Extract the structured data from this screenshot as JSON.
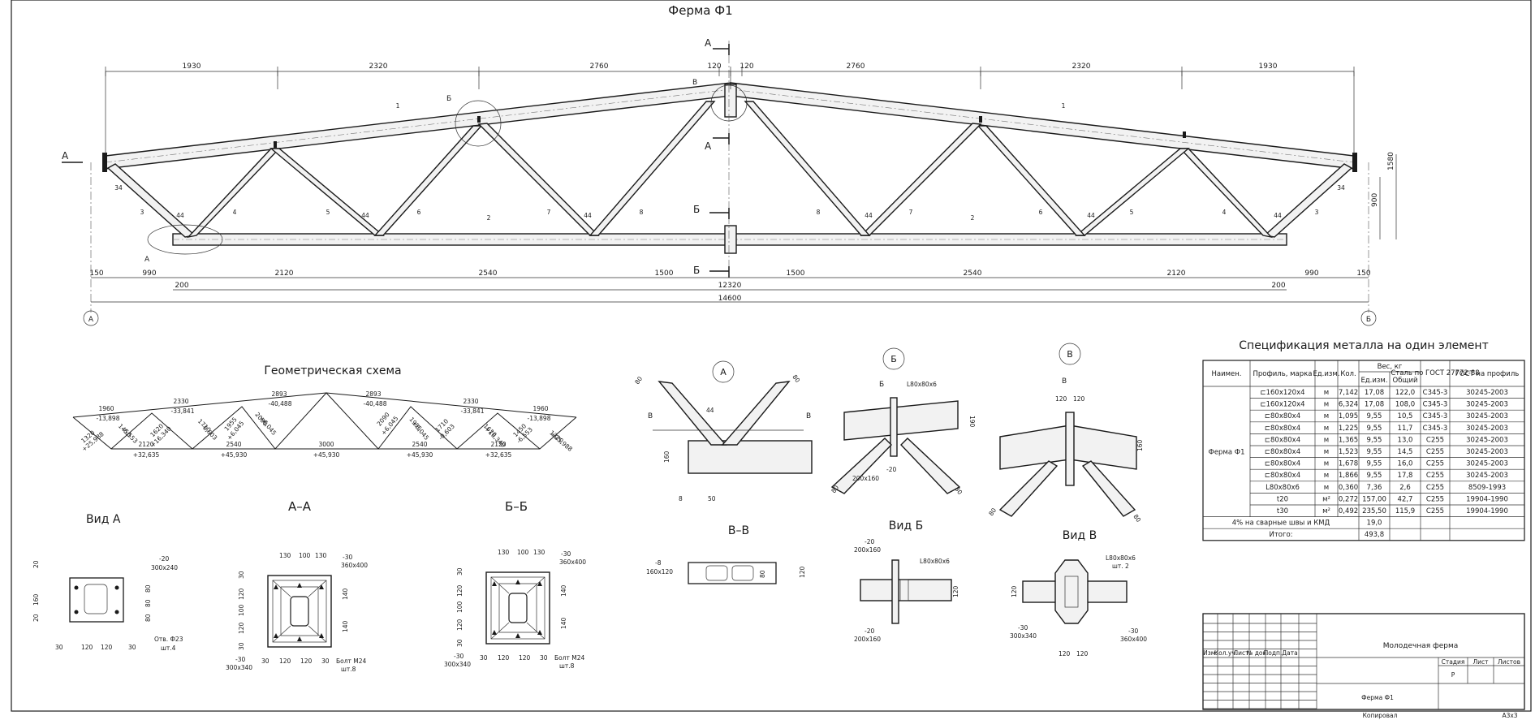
{
  "main": {
    "title": "Ферма Ф1",
    "top_dims": [
      "1930",
      "2320",
      "2760",
      "120",
      "120",
      "2760",
      "2320",
      "1930"
    ],
    "bottom_dims": [
      "990",
      "200",
      "2120",
      "2540",
      "1500",
      "1500",
      "2540",
      "2120",
      "200",
      "990",
      "150",
      "150"
    ],
    "total_span_inner": "12320",
    "total_span": "14600",
    "heights": [
      "1580",
      "900"
    ],
    "node_dims": [
      "34",
      "44",
      "44",
      "44",
      "44",
      "44",
      "44",
      "34"
    ],
    "member_labels": [
      "1",
      "1",
      "2",
      "2",
      "3",
      "3",
      "4",
      "4",
      "5",
      "5",
      "6",
      "6",
      "7",
      "7",
      "8",
      "8"
    ],
    "callouts": {
      "A": "А",
      "B": "Б",
      "V": "В"
    },
    "sections": {
      "AA": "А",
      "BB": "Б"
    },
    "axes": {
      "left": "А",
      "right": "Б"
    }
  },
  "geometry": {
    "title": "Геометрическая схема",
    "top_lengths": [
      "1960",
      "2330",
      "2893",
      "2893",
      "2330",
      "1960"
    ],
    "top_forces": [
      "-13,898",
      "-33,841",
      "-40,488",
      "-40,488",
      "-33,841",
      "-13,898"
    ],
    "bottom_lengths": [
      "2120",
      "2540",
      "3000",
      "2540",
      "2120"
    ],
    "bottom_forces": [
      "+32,635",
      "+45,930",
      "+45,930",
      "+45,930",
      "+32,635"
    ],
    "diag_labels": [
      "1320",
      "+25,988",
      "1450",
      "-6,553",
      "1620",
      "+16,340",
      "1710",
      "-0,603",
      "1955",
      "+6,045",
      "2090",
      "+6,045",
      "2090",
      "+6,045",
      "1955",
      "+6,045",
      "1710",
      "-0,603",
      "1620",
      "+16,340",
      "1450",
      "-6,553",
      "1320",
      "+25,988"
    ]
  },
  "views": {
    "vid_a": {
      "title": "Вид А",
      "plate": "-20",
      "plate_size": "300х240",
      "hole": "Отв. Ф23",
      "hole_qty": "шт.4",
      "d_left": "20",
      "d_mid": "160",
      "d_bot": "20",
      "d_right1": "80",
      "d_right2": "80",
      "d_right3": "80",
      "b1": "30",
      "b2": "120",
      "b3": "120",
      "b4": "30"
    },
    "aa": {
      "title": "А–А",
      "top": [
        "130",
        "100",
        "130"
      ],
      "plate_t": "-30",
      "plate": "360х400",
      "left": [
        "30",
        "120",
        "100",
        "120",
        "30"
      ],
      "right": [
        "140",
        "140"
      ],
      "plate2_t": "-30",
      "plate2": "300х340",
      "bot": [
        "30",
        "120",
        "120",
        "30"
      ],
      "bolt": "Болт М24",
      "bolt_qty": "шт.8"
    },
    "bb": {
      "title": "Б–Б",
      "top": [
        "130",
        "100",
        "130"
      ],
      "plate_t": "-30",
      "plate": "360х400",
      "left": [
        "30",
        "120",
        "100",
        "120",
        "30"
      ],
      "right": [
        "140",
        "140"
      ],
      "plate2_t": "-30",
      "plate2": "300х340",
      "bot": [
        "30",
        "120",
        "120",
        "30"
      ],
      "bolt": "Болт М24",
      "bolt_qty": "шт.8"
    },
    "vv": {
      "title": "В–В",
      "plate_t": "-8",
      "plate": "160х120",
      "d1": "80",
      "d2": "120"
    },
    "node_a": {
      "title": "А",
      "d80a": "80",
      "d80b": "80",
      "d44": "44",
      "d160": "160",
      "d8": "8",
      "d50": "50",
      "sec": "В"
    },
    "node_b": {
      "title": "Б",
      "angle": "L80х80х6",
      "plate_t": "-20",
      "plate": "200х160",
      "d190": "190",
      "d80a": "80",
      "d80b": "80",
      "sec": "Б"
    },
    "node_v": {
      "title": "В",
      "d120a": "120",
      "d120b": "120",
      "d160": "160",
      "d80a": "80",
      "d80b": "80",
      "sec": "В"
    },
    "vid_b": {
      "title": "Вид Б",
      "plate_t": "-20",
      "plate": "200х160",
      "angle": "L80х80х6",
      "plate2_t": "-20",
      "plate2": "200х160",
      "d120": "120"
    },
    "vid_v": {
      "title": "Вид В",
      "angle": "L80х80х6",
      "angle_qty": "шт. 2",
      "d120": "120",
      "plate_t": "-30",
      "plate": "300х340",
      "plate2_t": "-30",
      "plate2": "360х400",
      "d120a": "120",
      "d120b": "120"
    }
  },
  "spec": {
    "title": "Спецификация металла на один элемент",
    "headers": {
      "naim": "Наимен.",
      "profile": "Профиль, марка",
      "unit": "Ед.изм.",
      "qty": "Кол.",
      "weight": "Вес, кг",
      "unit_w": "Ед.изм.",
      "total_w": "Общий",
      "steel": "Сталь по ГОСТ 27772-88",
      "gost": "ГОСТ на профиль"
    },
    "group": "Ферма Ф1",
    "rows": [
      {
        "profile": "⊏160х120х4",
        "unit": "м",
        "qty": "7,142",
        "uw": "17,08",
        "tw": "122,0",
        "steel": "С345-3",
        "gost": "30245-2003"
      },
      {
        "profile": "⊏160х120х4",
        "unit": "м",
        "qty": "6,324",
        "uw": "17,08",
        "tw": "108,0",
        "steel": "С345-3",
        "gost": "30245-2003"
      },
      {
        "profile": "⊏80х80х4",
        "unit": "м",
        "qty": "1,095",
        "uw": "9,55",
        "tw": "10,5",
        "steel": "С345-3",
        "gost": "30245-2003"
      },
      {
        "profile": "⊏80х80х4",
        "unit": "м",
        "qty": "1,225",
        "uw": "9,55",
        "tw": "11,7",
        "steel": "С345-3",
        "gost": "30245-2003"
      },
      {
        "profile": "⊏80х80х4",
        "unit": "м",
        "qty": "1,365",
        "uw": "9,55",
        "tw": "13,0",
        "steel": "С255",
        "gost": "30245-2003"
      },
      {
        "profile": "⊏80х80х4",
        "unit": "м",
        "qty": "1,523",
        "uw": "9,55",
        "tw": "14,5",
        "steel": "С255",
        "gost": "30245-2003"
      },
      {
        "profile": "⊏80х80х4",
        "unit": "м",
        "qty": "1,678",
        "uw": "9,55",
        "tw": "16,0",
        "steel": "С255",
        "gost": "30245-2003"
      },
      {
        "profile": "⊏80х80х4",
        "unit": "м",
        "qty": "1,866",
        "uw": "9,55",
        "tw": "17,8",
        "steel": "С255",
        "gost": "30245-2003"
      },
      {
        "profile": "L80х80х6",
        "unit": "м",
        "qty": "0,360",
        "uw": "7,36",
        "tw": "2,6",
        "steel": "С255",
        "gost": "8509-1993"
      },
      {
        "profile": "t20",
        "unit": "м²",
        "qty": "0,272",
        "uw": "157,00",
        "tw": "42,7",
        "steel": "С255",
        "gost": "19904-1990"
      },
      {
        "profile": "t30",
        "unit": "м²",
        "qty": "0,492",
        "uw": "235,50",
        "tw": "115,9",
        "steel": "С255",
        "gost": "19904-1990"
      }
    ],
    "welds_label": "4% на сварные швы и КМД",
    "welds_value": "19,0",
    "total_label": "Итого:",
    "total_value": "493,8"
  },
  "stamp": {
    "cols": [
      "Изм.",
      "Кол.уч.",
      "Лист",
      "№ док.",
      "Подп.",
      "Дата"
    ],
    "project": "Молодечная ферма",
    "stage_h": "Стадия",
    "sheet_h": "Лист",
    "sheets_h": "Листов",
    "stage": "Р",
    "sheet_name": "Ферма Ф1",
    "copied": "Копировал",
    "format": "А3х3"
  }
}
